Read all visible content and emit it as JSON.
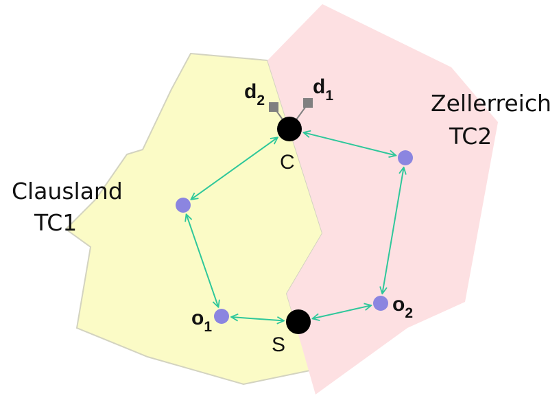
{
  "regions": {
    "clausland": {
      "name": "Clausland",
      "code": "TC1",
      "fill": "#fbfbc6",
      "stroke": "#d3d3c0"
    },
    "zellerreich": {
      "name": "Zellerreich",
      "code": "TC2",
      "fill": "#fde0e2"
    }
  },
  "nodes": {
    "c": {
      "label": "C",
      "color": "#000000"
    },
    "s": {
      "label": "S",
      "color": "#000000"
    },
    "o1": {
      "label": "o",
      "sub": "1",
      "color": "#8b85e0"
    },
    "o2": {
      "label": "o",
      "sub": "2",
      "color": "#8b85e0"
    },
    "d1": {
      "label": "d",
      "sub": "1",
      "color": "#808080"
    },
    "d2": {
      "label": "d",
      "sub": "2",
      "color": "#808080"
    },
    "w_left": {
      "color": "#8b85e0"
    },
    "w_right": {
      "color": "#8b85e0"
    }
  },
  "links": [
    {
      "from": "c",
      "to": "w_left"
    },
    {
      "from": "w_left",
      "to": "o1"
    },
    {
      "from": "o1",
      "to": "s"
    },
    {
      "from": "s",
      "to": "o2"
    },
    {
      "from": "o2",
      "to": "w_right"
    },
    {
      "from": "w_right",
      "to": "c"
    }
  ],
  "link_color": "#2ec79a"
}
